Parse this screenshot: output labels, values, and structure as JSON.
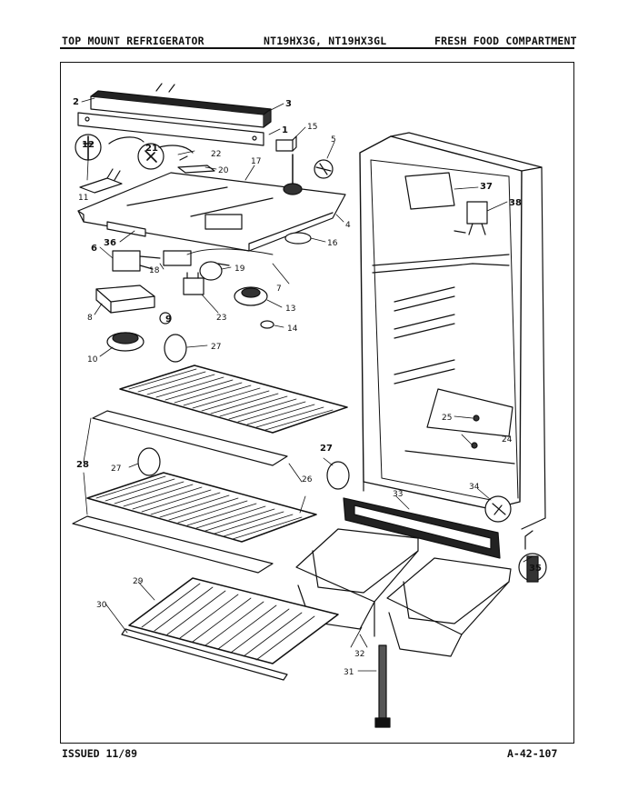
{
  "header": {
    "left": "TOP MOUNT REFRIGERATOR",
    "center": "NT19HX3G, NT19HX3GL",
    "right": "FRESH FOOD COMPARTMENT"
  },
  "footer": {
    "left": "ISSUED 11/89",
    "right": "A-42-107"
  },
  "callouts": {
    "c1": "1",
    "c2": "2",
    "c3": "3",
    "c4": "4",
    "c5": "5",
    "c6": "6",
    "c7": "7",
    "c8": "8",
    "c9": "9",
    "c10": "10",
    "c11": "11",
    "c12": "12",
    "c13": "13",
    "c14": "14",
    "c15": "15",
    "c16": "16",
    "c17": "17",
    "c18": "18",
    "c19": "19",
    "c20": "20",
    "c21": "21",
    "c22": "22",
    "c23": "23",
    "c24": "24",
    "c25": "25",
    "c26": "26",
    "c27a": "27",
    "c27b": "27",
    "c27c": "27",
    "c28": "28",
    "c29": "29",
    "c30": "30",
    "c31": "31",
    "c32": "32",
    "c33": "33",
    "c34": "34",
    "c35": "35",
    "c36": "36",
    "c37": "37",
    "c38": "38"
  }
}
